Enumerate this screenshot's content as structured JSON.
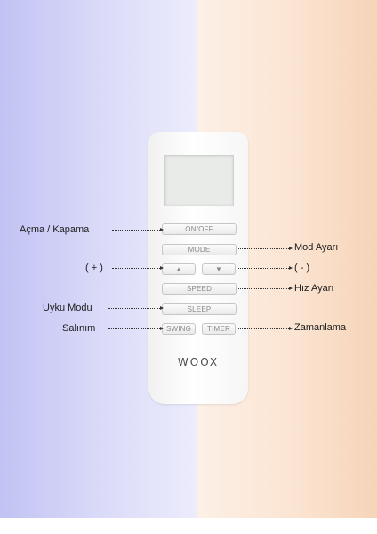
{
  "remote": {
    "buttons": {
      "on_off": "ON/OFF",
      "mode": "MODE",
      "up": "▲",
      "down": "▼",
      "speed": "SPEED",
      "sleep": "SLEEP",
      "swing": "SWING",
      "timer": "TIMER"
    },
    "brand": "WOOX"
  },
  "callouts": {
    "on_off": "Açma / Kapama",
    "mode": "Mod Ayarı",
    "plus": "( + )",
    "minus": "( - )",
    "speed": "Hız Ayarı",
    "sleep": "Uyku Modu",
    "swing": "Salınım",
    "timer": "Zamanlama"
  },
  "colors": {
    "left_bg": "#c2c2f4",
    "right_bg": "#f6d4b8",
    "remote_body": "#ffffff",
    "button_text": "#8a8a8a"
  }
}
